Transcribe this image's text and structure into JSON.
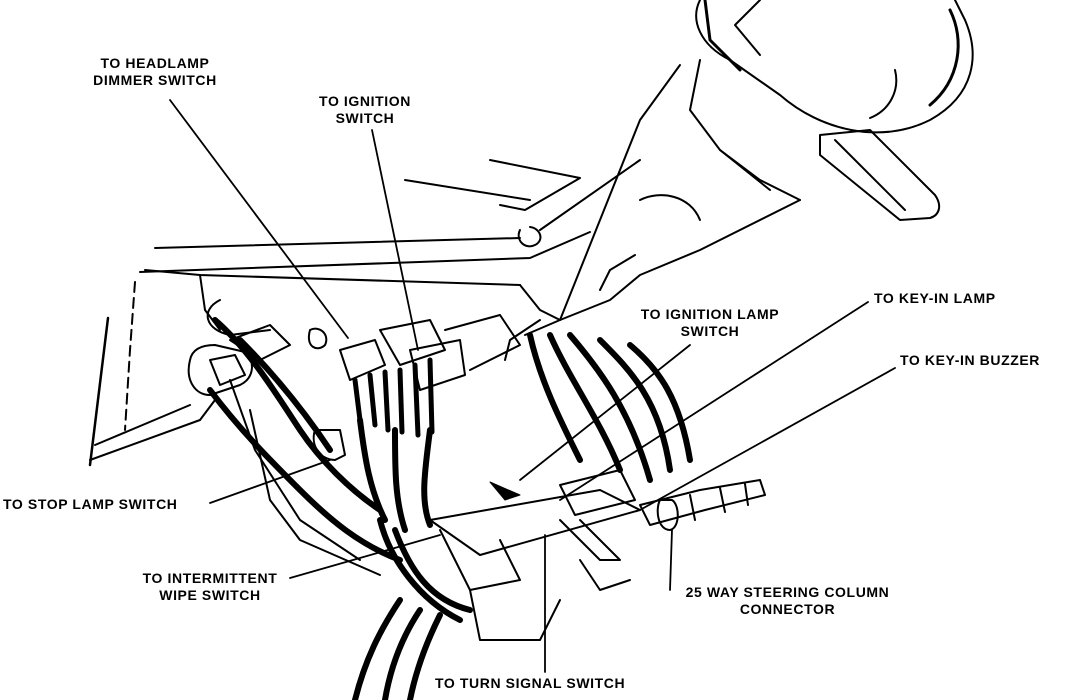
{
  "diagram": {
    "labels": {
      "headlamp_dimmer": [
        "TO HEADLAMP",
        "DIMMER SWITCH"
      ],
      "ignition_switch": [
        "TO IGNITION",
        "SWITCH"
      ],
      "ignition_lamp": [
        "TO IGNITION LAMP",
        "SWITCH"
      ],
      "key_in_lamp": [
        "TO KEY-IN LAMP"
      ],
      "key_in_buzzer": [
        "TO KEY-IN BUZZER"
      ],
      "stop_lamp": [
        "TO STOP LAMP SWITCH"
      ],
      "intermittent_wipe": [
        "TO INTERMITTENT",
        "WIPE SWITCH"
      ],
      "steering_connector": [
        "25 WAY STEERING COLUMN",
        "CONNECTOR"
      ],
      "turn_signal": [
        "TO TURN SIGNAL SWITCH"
      ]
    },
    "colors": {
      "ink": "#000000",
      "paper": "#ffffff"
    }
  }
}
